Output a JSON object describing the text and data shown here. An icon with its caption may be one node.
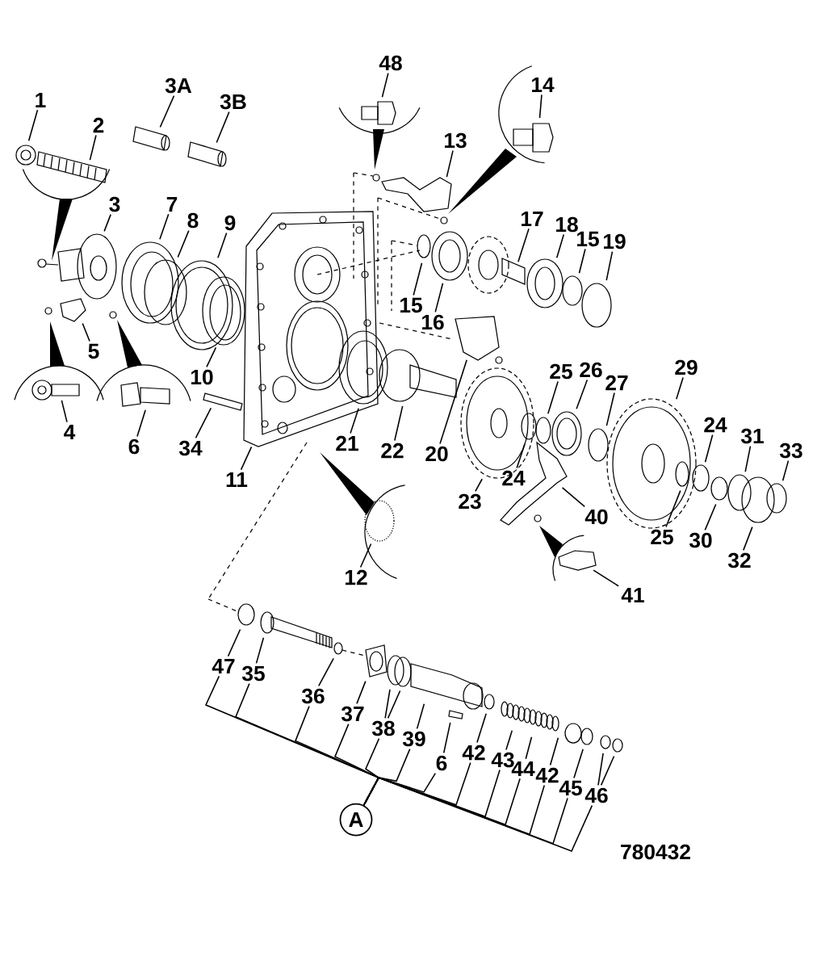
{
  "diagram": {
    "nodes": [
      {
        "text": [
          "1"
        ]
      },
      {
        "text": [
          "2"
        ]
      },
      {
        "text": [
          "3A"
        ]
      },
      {
        "text": [
          "3B"
        ]
      },
      {
        "text": [
          "48"
        ]
      },
      {
        "text": [
          "14"
        ]
      },
      {
        "text": [
          "13"
        ]
      },
      {
        "text": [
          "3"
        ]
      },
      {
        "text": [
          "7"
        ]
      },
      {
        "text": [
          "8"
        ]
      },
      {
        "text": [
          "9"
        ]
      },
      {
        "text": [
          "17"
        ]
      },
      {
        "text": [
          "18"
        ]
      },
      {
        "text": [
          "15"
        ]
      },
      {
        "text": [
          "19"
        ]
      },
      {
        "text": [
          "15"
        ]
      },
      {
        "text": [
          "16"
        ]
      },
      {
        "text": [
          "5"
        ]
      },
      {
        "text": [
          "29"
        ]
      },
      {
        "text": [
          "25"
        ]
      },
      {
        "text": [
          "26"
        ]
      },
      {
        "text": [
          "27"
        ]
      },
      {
        "text": [
          "10"
        ]
      },
      {
        "text": [
          "4"
        ]
      },
      {
        "text": [
          "6"
        ]
      },
      {
        "text": [
          "34"
        ]
      },
      {
        "text": [
          "21"
        ]
      },
      {
        "text": [
          "22"
        ]
      },
      {
        "text": [
          "20"
        ]
      },
      {
        "text": [
          "24"
        ]
      },
      {
        "text": [
          "31"
        ]
      },
      {
        "text": [
          "33"
        ]
      },
      {
        "text": [
          "11"
        ]
      },
      {
        "text": [
          "23"
        ]
      },
      {
        "text": [
          "24"
        ]
      },
      {
        "text": [
          "40"
        ]
      },
      {
        "text": [
          "25"
        ]
      },
      {
        "text": [
          "30"
        ]
      },
      {
        "text": [
          "32"
        ]
      },
      {
        "text": [
          "12"
        ]
      },
      {
        "text": [
          "41"
        ]
      },
      {
        "text": [
          "47"
        ]
      },
      {
        "text": [
          "35"
        ]
      },
      {
        "text": [
          "36"
        ]
      },
      {
        "text": [
          "37"
        ]
      },
      {
        "text": [
          "38"
        ]
      },
      {
        "text": [
          "39"
        ]
      },
      {
        "text": [
          "6"
        ]
      },
      {
        "text": [
          "42"
        ]
      },
      {
        "text": [
          "43"
        ]
      },
      {
        "text": [
          "44"
        ]
      },
      {
        "text": [
          "42"
        ]
      },
      {
        "text": [
          "45"
        ]
      },
      {
        "text": [
          "46"
        ]
      },
      {
        "text": [
          "A"
        ]
      }
    ],
    "edges": [
      {
        "from": 0,
        "to": null,
        "arrow": "none"
      },
      {
        "from": 1,
        "to": null,
        "arrow": "none"
      },
      {
        "from": 2,
        "to": null,
        "arrow": "none"
      },
      {
        "from": 3,
        "to": null,
        "arrow": "none"
      },
      {
        "from": 4,
        "to": null,
        "arrow": "none"
      },
      {
        "from": 5,
        "to": null,
        "arrow": "none"
      },
      {
        "from": 6,
        "to": null,
        "arrow": "none"
      },
      {
        "from": 7,
        "to": null,
        "arrow": "none"
      },
      {
        "from": 8,
        "to": null,
        "arrow": "none"
      },
      {
        "from": 9,
        "to": null,
        "arrow": "none"
      },
      {
        "from": 10,
        "to": null,
        "arrow": "none"
      },
      {
        "from": 11,
        "to": null,
        "arrow": "none"
      },
      {
        "from": 12,
        "to": null,
        "arrow": "none"
      },
      {
        "from": 13,
        "to": null,
        "arrow": "none"
      },
      {
        "from": 14,
        "to": null,
        "arrow": "none"
      },
      {
        "from": 15,
        "to": null,
        "arrow": "none"
      },
      {
        "from": 16,
        "to": null,
        "arrow": "none"
      },
      {
        "from": 17,
        "to": null,
        "arrow": "none"
      },
      {
        "from": 18,
        "to": null,
        "arrow": "none"
      },
      {
        "from": 19,
        "to": null,
        "arrow": "none"
      },
      {
        "from": 20,
        "to": null,
        "arrow": "none"
      },
      {
        "from": 21,
        "to": null,
        "arrow": "none"
      },
      {
        "from": 22,
        "to": null,
        "arrow": "none"
      },
      {
        "from": 23,
        "to": null,
        "arrow": "none"
      },
      {
        "from": 24,
        "to": null,
        "arrow": "none"
      },
      {
        "from": 25,
        "to": null,
        "arrow": "none"
      },
      {
        "from": 26,
        "to": null,
        "arrow": "none"
      },
      {
        "from": 27,
        "to": null,
        "arrow": "none"
      },
      {
        "from": 28,
        "to": null,
        "arrow": "none"
      },
      {
        "from": 29,
        "to": null,
        "arrow": "none"
      },
      {
        "from": 30,
        "to": null,
        "arrow": "none"
      },
      {
        "from": 31,
        "to": null,
        "arrow": "none"
      },
      {
        "from": 32,
        "to": null,
        "arrow": "none"
      },
      {
        "from": 33,
        "to": null,
        "arrow": "none"
      },
      {
        "from": 34,
        "to": null,
        "arrow": "none"
      },
      {
        "from": 35,
        "to": null,
        "arrow": "none"
      },
      {
        "from": 36,
        "to": null,
        "arrow": "none"
      },
      {
        "from": 37,
        "to": null,
        "arrow": "none"
      },
      {
        "from": 38,
        "to": null,
        "arrow": "none"
      },
      {
        "from": 39,
        "to": null,
        "arrow": "none"
      },
      {
        "from": 40,
        "to": null,
        "arrow": "none"
      },
      {
        "from": 41,
        "to": null,
        "arrow": "none"
      },
      {
        "from": 42,
        "to": null,
        "arrow": "none"
      },
      {
        "from": 43,
        "to": null,
        "arrow": "none"
      },
      {
        "from": 44,
        "to": null,
        "arrow": "none"
      },
      {
        "from": 45,
        "to": null,
        "arrow": "none"
      },
      {
        "from": 45,
        "to": null,
        "arrow": "none"
      },
      {
        "from": 46,
        "to": null,
        "arrow": "none"
      },
      {
        "from": 47,
        "to": null,
        "arrow": "none"
      },
      {
        "from": 48,
        "to": null,
        "arrow": "none"
      },
      {
        "from": 49,
        "to": null,
        "arrow": "none"
      },
      {
        "from": 50,
        "to": null,
        "arrow": "none"
      },
      {
        "from": 51,
        "to": null,
        "arrow": "none"
      },
      {
        "from": 52,
        "to": null,
        "arrow": "none"
      },
      {
        "from": 53,
        "to": null,
        "arrow": "none"
      },
      {
        "from": 53,
        "to": null,
        "arrow": "none"
      },
      {
        "from": 54,
        "to": 41,
        "arrow": "none"
      },
      {
        "from": 54,
        "to": 42,
        "arrow": "none"
      },
      {
        "from": 54,
        "to": 43,
        "arrow": "none"
      },
      {
        "from": 54,
        "to": 44,
        "arrow": "none"
      },
      {
        "from": 54,
        "to": 45,
        "arrow": "none"
      },
      {
        "from": 54,
        "to": 46,
        "arrow": "none"
      },
      {
        "from": 54,
        "to": 47,
        "arrow": "none"
      },
      {
        "from": 54,
        "to": 48,
        "arrow": "none"
      },
      {
        "from": 54,
        "to": 49,
        "arrow": "none"
      },
      {
        "from": 54,
        "to": 50,
        "arrow": "none"
      },
      {
        "from": 54,
        "to": 51,
        "arrow": "none"
      },
      {
        "from": 54,
        "to": 52,
        "arrow": "none"
      },
      {
        "from": 54,
        "to": 53,
        "arrow": "none"
      }
    ],
    "labels": [
      "780432"
    ]
  }
}
